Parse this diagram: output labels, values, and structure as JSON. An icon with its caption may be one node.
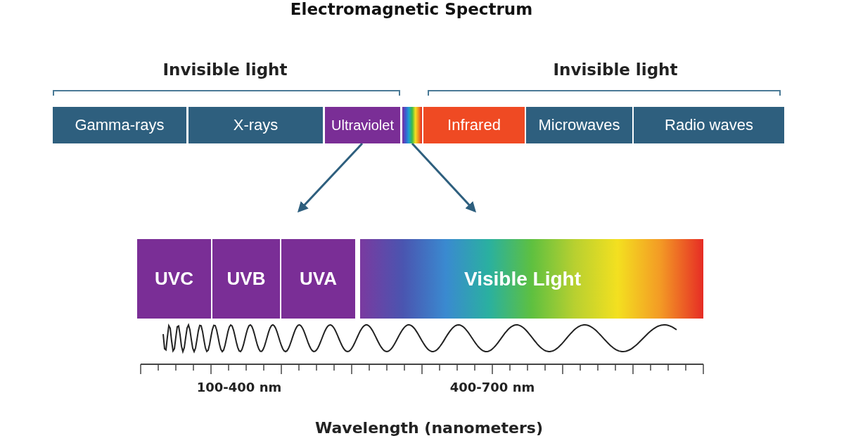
{
  "diagram": {
    "title": "Electromagnetic Spectrum",
    "nodes": [
      {
        "text": [
          "Gamma-rays"
        ]
      },
      {
        "text": [
          "X-rays"
        ]
      },
      {
        "text": [
          "Ultraviolet"
        ]
      },
      {
        "text": [],
        "shape": "bar"
      },
      {
        "text": [
          "Infrared"
        ]
      },
      {
        "text": [
          "Microwaves"
        ]
      },
      {
        "text": [
          "Radio waves"
        ]
      },
      {
        "text": [
          "UVC"
        ]
      },
      {
        "text": [
          "UVB"
        ]
      },
      {
        "text": [
          "UVA"
        ]
      },
      {
        "text": [
          "Visible Light"
        ]
      }
    ],
    "edges": [
      {
        "from": 2,
        "to": null,
        "arrow": "to"
      },
      {
        "from": 3,
        "to": null,
        "arrow": "to"
      }
    ],
    "labels": [
      "Invisible light",
      "Invisible light",
      "100-400 nm",
      "400-700 nm",
      "Wavelength (nanometers)"
    ]
  }
}
